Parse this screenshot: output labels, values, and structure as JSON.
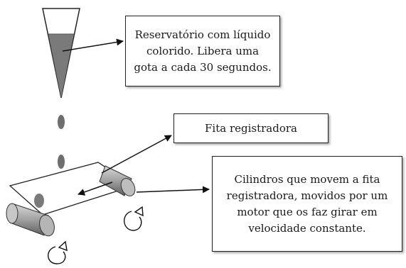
{
  "labels": {
    "reservoir": "Reservatório com líquido colorido. Libera uma gota a cada 30 segundos.",
    "tape": "Fita registradora",
    "cylinders": "Cilindros que movem a fita registradora, movidos por um motor que os faz girar em velocidade constante."
  },
  "colors": {
    "liquid": "#7a7a7a",
    "outline": "#222222",
    "drop": "#6e6e6e",
    "cylinder": "#9a9a9a"
  },
  "icons": {
    "rotation": "curved-rotation-arrow-icon"
  }
}
